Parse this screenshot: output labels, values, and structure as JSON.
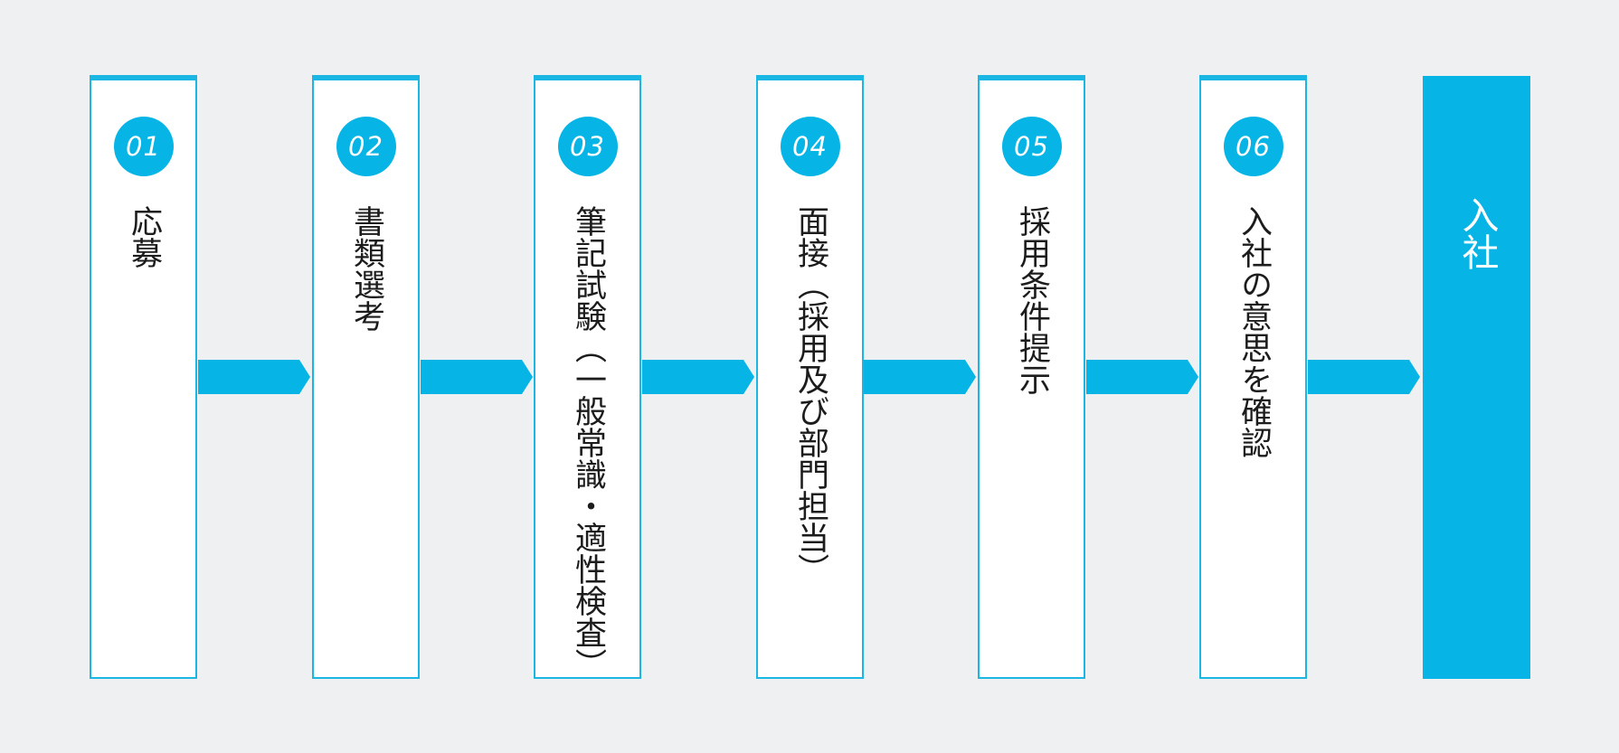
{
  "colors": {
    "background": "#eef0f2",
    "accent": "#06b4e6",
    "card": "#ffffff",
    "text": "#1c1c1c"
  },
  "steps": [
    {
      "number": "01",
      "label": "応募"
    },
    {
      "number": "02",
      "label": "書類選考"
    },
    {
      "number": "03",
      "label": "筆記試験︵一般常識・適性検査︶"
    },
    {
      "number": "04",
      "label": "面接︵採用及び部門担当︶"
    },
    {
      "number": "05",
      "label": "採用条件提示"
    },
    {
      "number": "06",
      "label": "入社の意思を確認"
    }
  ],
  "final": {
    "label": "入社"
  }
}
